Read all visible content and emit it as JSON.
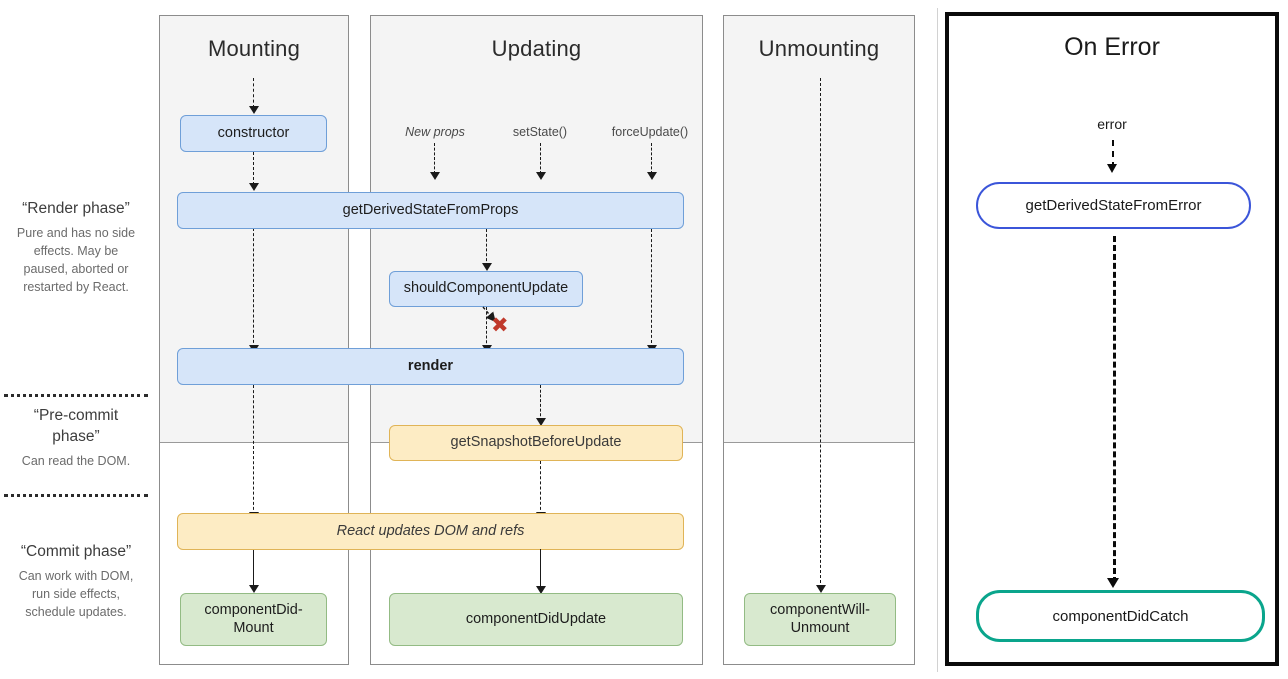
{
  "diagram": {
    "title": "React component lifecycle diagram",
    "colors": {
      "render_phase_shade": "#f4f4f4",
      "blue_node_fill": "#d6e5f9",
      "blue_node_border": "#6f9fd8",
      "yellow_node_fill": "#fdecc4",
      "yellow_node_border": "#e0b457",
      "green_node_fill": "#d8e9cf",
      "green_node_border": "#93bb84",
      "error_ring_blue": "#3b55d9",
      "error_ring_teal": "#0aa58c",
      "x_mark_red": "#c0392b",
      "panel_border": "#8c8c8c"
    }
  },
  "phases": [
    {
      "id": "render",
      "title": "“Render phase”",
      "description": "Pure and has no side effects. May be paused, aborted or restarted by React."
    },
    {
      "id": "pre-commit",
      "title": "“Pre-commit phase”",
      "description": "Can read the DOM."
    },
    {
      "id": "commit",
      "title": "“Commit phase”",
      "description": "Can work with DOM, run side effects, schedule updates."
    }
  ],
  "columns": [
    {
      "id": "mounting",
      "title": "Mounting"
    },
    {
      "id": "updating",
      "title": "Updating"
    },
    {
      "id": "unmounting",
      "title": "Unmounting"
    }
  ],
  "update_triggers": [
    {
      "label": "New props",
      "italic": true
    },
    {
      "label": "setState()",
      "italic": false
    },
    {
      "label": "forceUpdate()",
      "italic": false
    }
  ],
  "nodes": {
    "constructor": "constructor",
    "get_derived_state_from_props": "getDerivedStateFromProps",
    "should_component_update": "shouldComponentUpdate",
    "render": "render",
    "get_snapshot_before_update": "getSnapshotBeforeUpdate",
    "react_updates_dom": "React updates DOM and refs",
    "component_did_mount": "componentDid-Mount",
    "component_did_update": "componentDidUpdate",
    "component_will_unmount": "componentWill-Unmount"
  },
  "skip_marker": {
    "glyph": "✖",
    "meaning": "update skipped"
  },
  "on_error": {
    "title": "On Error",
    "trigger_label": "error",
    "nodes": {
      "get_derived_state_from_error": "getDerivedStateFromError",
      "component_did_catch": "componentDidCatch"
    }
  }
}
